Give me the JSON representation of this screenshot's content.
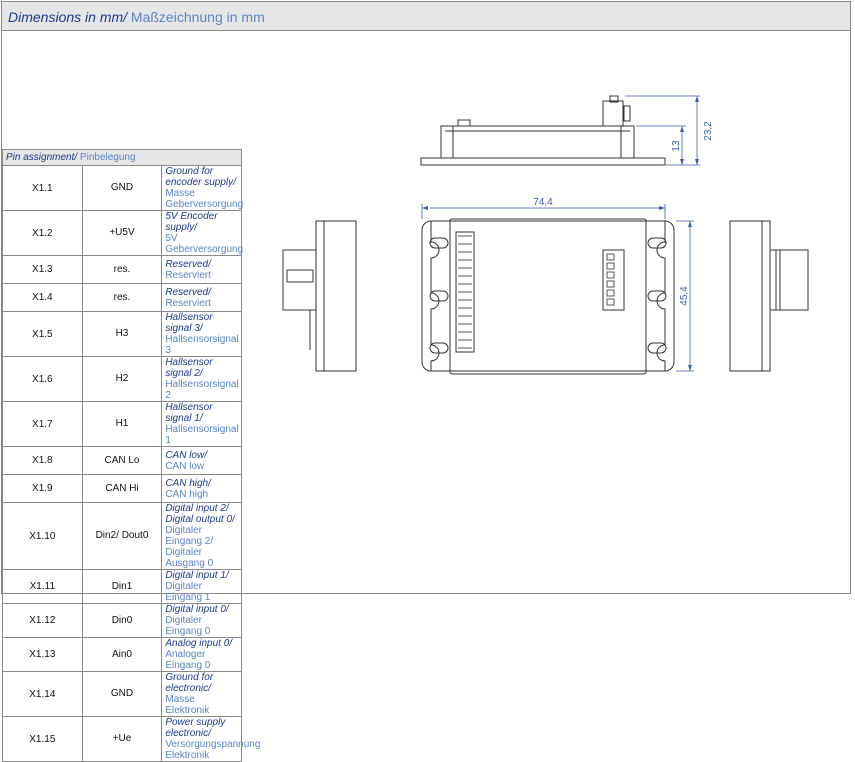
{
  "title": {
    "en": "Dimensions in mm",
    "sep": "/",
    "de": " Maßzeichnung in mm"
  },
  "pin_table": {
    "header_en": "Pin assignment",
    "header_sep": "/",
    "header_de": " Pinbelegung",
    "rows": [
      {
        "pin": "X1.1",
        "signal": "GND",
        "en": "Ground for encoder supply/",
        "de": "Masse Geberversorgung"
      },
      {
        "pin": "X1.2",
        "signal": "+U5V",
        "en": "5V Encoder supply/",
        "de": "5V Geberversorgung"
      },
      {
        "pin": "X1.3",
        "signal": "res.",
        "en": "Reserved/",
        "de": "Reserviert"
      },
      {
        "pin": "X1.4",
        "signal": "res.",
        "en": "Reserved/",
        "de": "Reserviert"
      },
      {
        "pin": "X1.5",
        "signal": "H3",
        "en": "Hallsensor signal 3/",
        "de": "Hallsensorsignal 3"
      },
      {
        "pin": "X1.6",
        "signal": "H2",
        "en": "Hallsensor signal 2/",
        "de": "Hallsensorsignal 2"
      },
      {
        "pin": "X1.7",
        "signal": "H1",
        "en": "Hallsensor signal 1/",
        "de": "Hallsensorsignal 1"
      },
      {
        "pin": "X1.8",
        "signal": "CAN Lo",
        "en": "CAN low/",
        "de": "CAN low"
      },
      {
        "pin": "X1.9",
        "signal": "CAN Hi",
        "en": "CAN high/",
        "de": "CAN high"
      },
      {
        "pin": "X1.10",
        "signal": "Din2/ Dout0",
        "en": "Digital input 2/ Digital output 0/",
        "de": "Digitaler Eingang 2/ Digitaler Ausgang 0"
      },
      {
        "pin": "X1.11",
        "signal": "Din1",
        "en": "Digital input 1/",
        "de": " Digitaler Eingang 1",
        "inline": true
      },
      {
        "pin": "X1.12",
        "signal": "Din0",
        "en": "Digital input 0/",
        "de": "Digitaler Eingang 0"
      },
      {
        "pin": "X1.13",
        "signal": "Ain0",
        "en": "Analog input 0/",
        "de": "Analoger Eingang 0"
      },
      {
        "pin": "X1.14",
        "signal": "GND",
        "en": "Ground for electronic/",
        "de": "Masse Elektronik"
      },
      {
        "pin": "X1.15",
        "signal": "+Ue",
        "en": "Power supply electronic/",
        "de": "Versorgungspannung Elektronik"
      }
    ]
  },
  "dimensions": {
    "height_total": "23,2",
    "height_body": "13",
    "width": "74,4",
    "depth": "45,4"
  },
  "colors": {
    "header_bg": "#e6e6e6",
    "english_text": "#1c3a8c",
    "german_text": "#5a84c4",
    "dimension_line": "#3a5fb0"
  }
}
